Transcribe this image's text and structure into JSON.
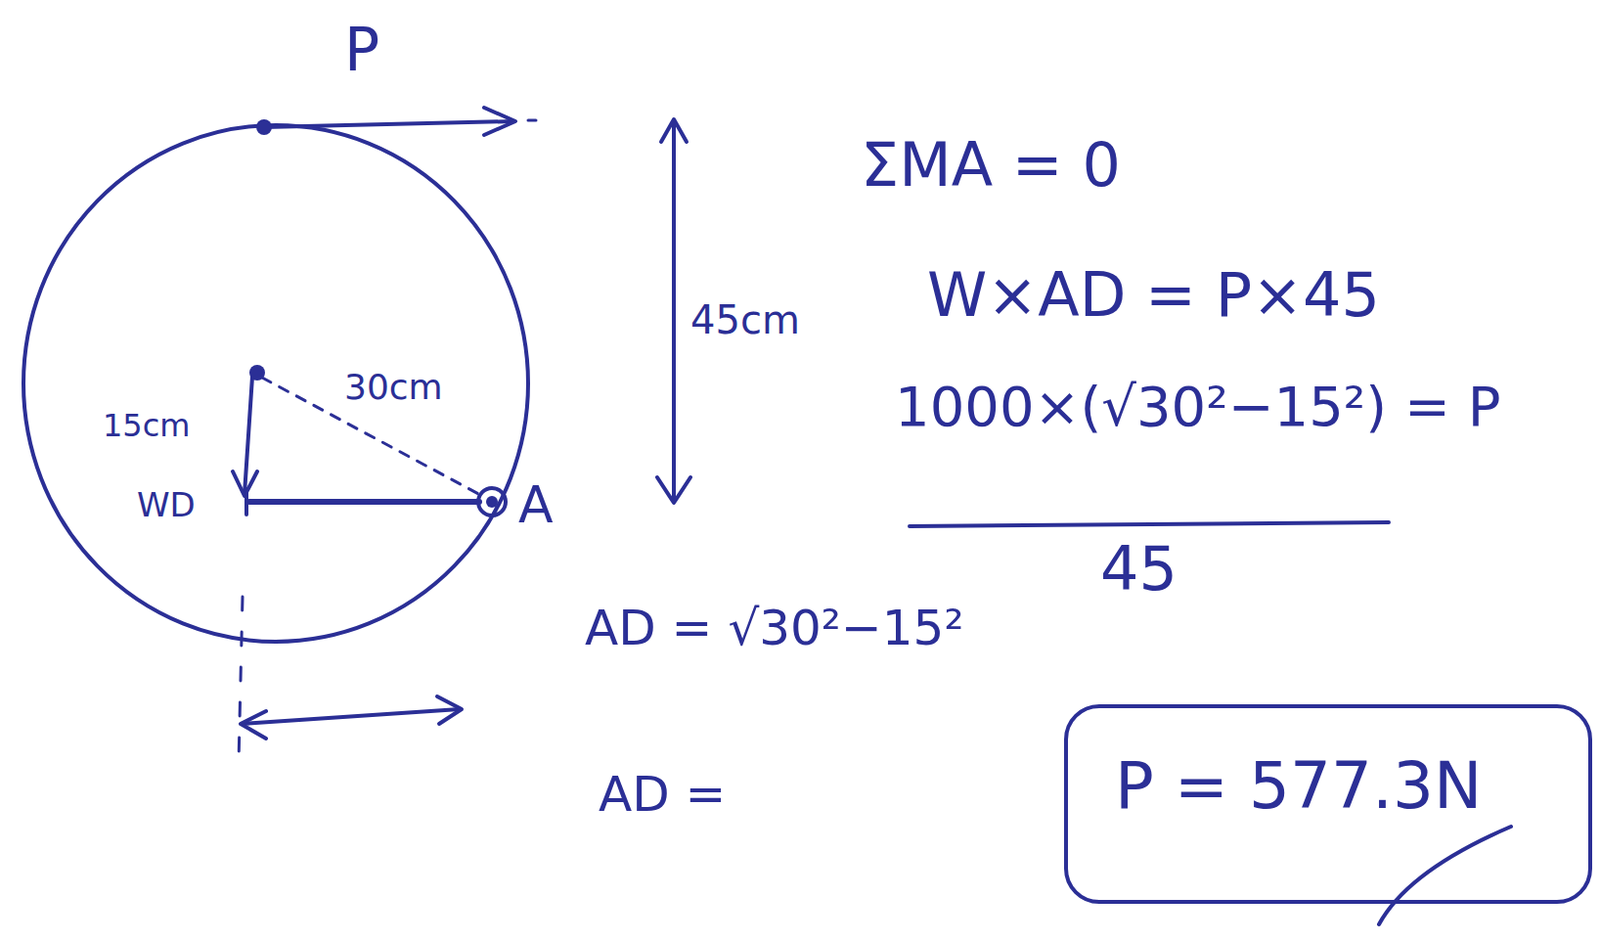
{
  "diagram": {
    "labels": [
      "P",
      "45cm",
      "15cm",
      "30cm",
      "WD",
      "A",
      "ΣMA = 0",
      "W×AD = P×45",
      "1000×(√30²−15²) = P",
      "45",
      "AD = √30²−15²",
      "AD =",
      "P = 577.3N"
    ]
  }
}
